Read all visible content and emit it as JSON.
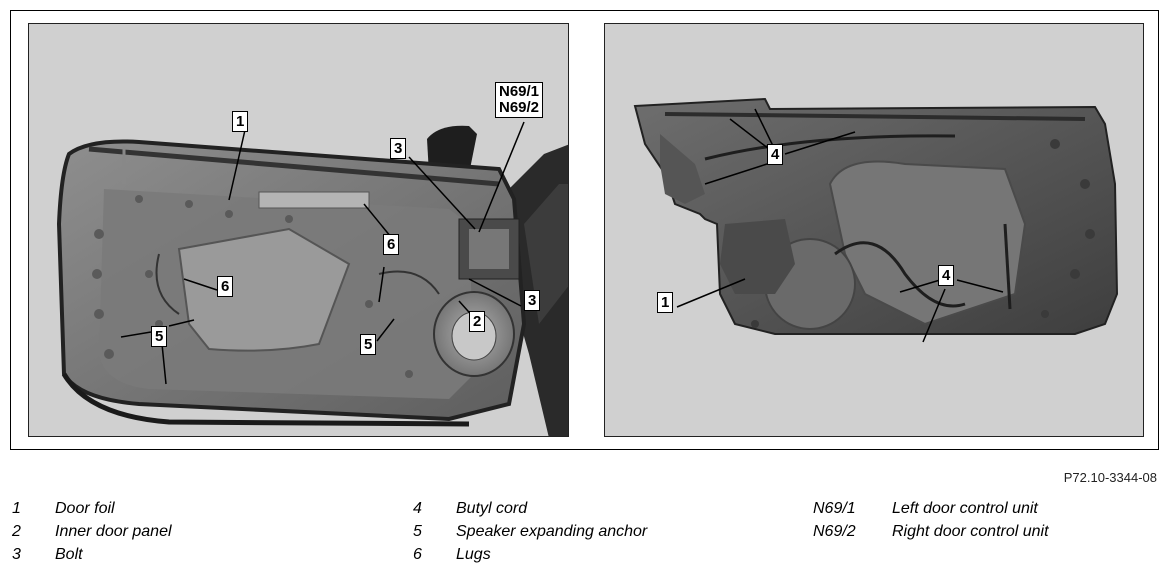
{
  "figure": {
    "reference_code": "P72.10-3344-08",
    "left_callouts": {
      "c1": "1",
      "c3a": "3",
      "n69_1": "N69/1",
      "n69_2": "N69/2",
      "c6a": "6",
      "c6b": "6",
      "c3b": "3",
      "c2": "2",
      "c5a": "5",
      "c5b": "5"
    },
    "right_callouts": {
      "c4a": "4",
      "c1": "1",
      "c4b": "4"
    }
  },
  "legend": {
    "col1": [
      {
        "num": "1",
        "text": "Door foil"
      },
      {
        "num": "2",
        "text": "Inner door panel"
      },
      {
        "num": "3",
        "text": "Bolt"
      }
    ],
    "col2": [
      {
        "num": "4",
        "text": "Butyl cord"
      },
      {
        "num": "5",
        "text": "Speaker expanding anchor"
      },
      {
        "num": "6",
        "text": "Lugs"
      }
    ],
    "col3": [
      {
        "num": "N69/1",
        "text": "Left door control unit"
      },
      {
        "num": "N69/2",
        "text": "Right door control unit"
      }
    ]
  }
}
